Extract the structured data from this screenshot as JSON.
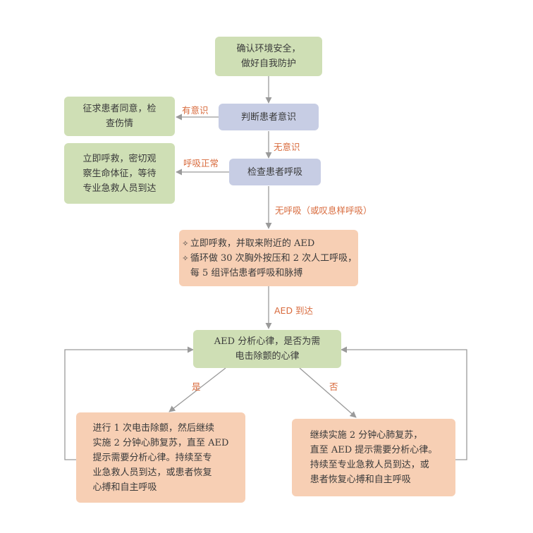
{
  "nodes": {
    "confirm_env": [
      "确认环境安全，",
      "做好自我防护"
    ],
    "judge_consciousness": "判断患者意识",
    "seek_consent": [
      "征求患者同意，检",
      "查伤情"
    ],
    "check_breathing": "检查患者呼吸",
    "call_observe": [
      "立即呼救，密切观",
      "察生命体征，等待",
      "专业急救人员到达"
    ],
    "cpr": {
      "bullet": "✧",
      "line1": "立即呼救，并取来附近的 AED",
      "line2": "循环做 30 次胸外按压和 2 次人工呼吸，",
      "line3": "每 5 组评估患者呼吸和脉搏"
    },
    "aed_analyze": [
      "AED 分析心律，是否为需",
      "电击除颤的心律"
    ],
    "shock": [
      "进行 1 次电击除颤，然后继续",
      "实施 2 分钟心肺复苏，直至 AED",
      "提示需要分析心律。持续至专",
      "业急救人员到达，或患者恢复",
      "心搏和自主呼吸"
    ],
    "no_shock": [
      "继续实施 2 分钟心肺复苏，",
      "直至 AED 提示需要分析心律。",
      "持续至专业急救人员到达，或",
      "患者恢复心搏和自主呼吸"
    ]
  },
  "edge_labels": {
    "conscious": "有意识",
    "unconscious": "无意识",
    "breathing_normal": "呼吸正常",
    "no_breathing": "无呼吸（或叹息样呼吸）",
    "aed_arrives": "AED 到达",
    "yes": "是",
    "no": "否"
  },
  "colors": {
    "green_box": "#cfdfb5",
    "blue_box": "#c7cde4",
    "peach_box": "#f7cfb4",
    "label_text": "#d86a3c",
    "connector": "#9a9a9a"
  }
}
